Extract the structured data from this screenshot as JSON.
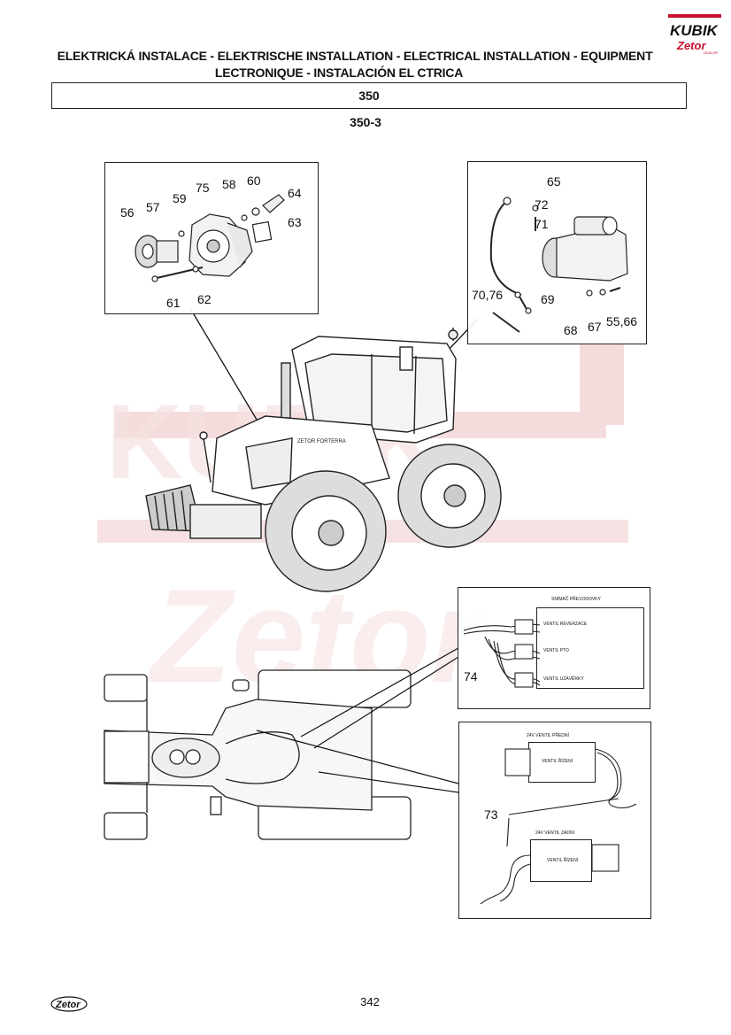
{
  "header": {
    "title_line1": "ELEKTRICKÁ INSTALACE - ELEKTRISCHE INSTALLATION - ELECTRICAL INSTALLATION - EQUIPMENT",
    "title_line2": "LECTRONIQUE - INSTALACIÓN EL  CTRICA",
    "section": "350",
    "subsection": "350-3"
  },
  "brand": {
    "logo_text": "KUBIK",
    "sub_text": "Zetor",
    "dealer": "DEALER",
    "accent": "#c8102e"
  },
  "alternator_panel": {
    "labels": {
      "56": "56",
      "57": "57",
      "59": "59",
      "75": "75",
      "58": "58",
      "60": "60",
      "64": "64",
      "63": "63",
      "61": "61",
      "62": "62"
    }
  },
  "starter_panel": {
    "labels": {
      "65": "65",
      "72": "72",
      "71": "71",
      "7076": "70,76",
      "69": "69",
      "68": "68",
      "67": "67",
      "5566": "55,66"
    }
  },
  "module_panel_top": {
    "callout": "74",
    "header_text": "SNÍMAČ PŘEVODOVKY",
    "rows": [
      "VENTIL REVERZACE",
      "VENTIL PTO",
      "VENTIL UZÁVĚRKY"
    ]
  },
  "module_panel_bottom": {
    "callout": "73",
    "top_text": "24V VENTIL PŘEDNÍ",
    "top_box": "VENTIL ŘÍZENÍ",
    "bottom_text": "24V VENTIL ZADNÍ",
    "bottom_box": "VENTIL ŘÍZENÍ"
  },
  "tractor": {
    "hood_text": "ZETOR FORTERRA"
  },
  "footer": {
    "page_number": "342",
    "logo_text": "Zetor"
  },
  "colors": {
    "watermark": "#f3d6d6",
    "line": "#222222"
  }
}
